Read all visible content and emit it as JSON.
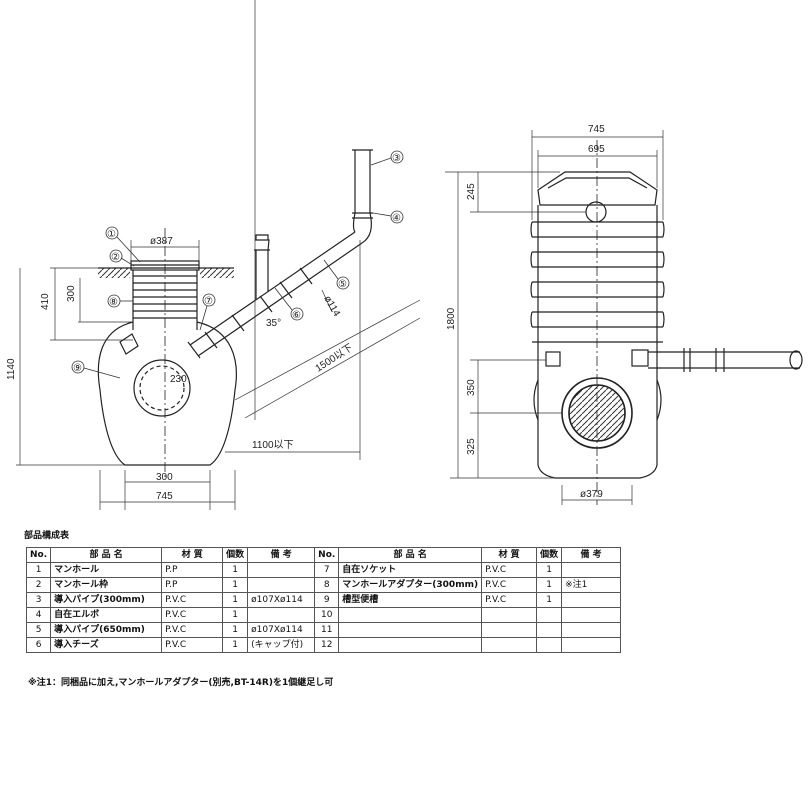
{
  "dims": {
    "d745_top": "745",
    "d695": "695",
    "d245": "245",
    "d1800": "1800",
    "d350": "350",
    "d325": "325",
    "d379": "ø379",
    "d387": "ø387",
    "d410": "410",
    "d300_side": "300",
    "d1140": "1140",
    "d230": "230",
    "d300_bottom": "300",
    "d745_bottom": "745",
    "d114": "ø114",
    "d35": "35°",
    "d1500": "1500以下",
    "d1100": "1100以下"
  },
  "callouts": [
    "①",
    "②",
    "③",
    "④",
    "⑤",
    "⑥",
    "⑦",
    "⑧",
    "⑨"
  ],
  "parts_table": {
    "title": "部品構成表",
    "headers": [
      "No.",
      "部 品 名",
      "材 質",
      "個数",
      "備 考",
      "No.",
      "部 品 名",
      "材 質",
      "個数",
      "備 考"
    ],
    "rows": [
      [
        "1",
        "マンホール",
        "P.P",
        "1",
        "",
        "7",
        "自在ソケット",
        "P.V.C",
        "1",
        ""
      ],
      [
        "2",
        "マンホール枠",
        "P.P",
        "1",
        "",
        "8",
        "マンホールアダプター(300mm)",
        "P.V.C",
        "1",
        "※注1"
      ],
      [
        "3",
        "導入パイプ(300mm)",
        "P.V.C",
        "1",
        "ø107Xø114",
        "9",
        "槽型便槽",
        "P.V.C",
        "1",
        ""
      ],
      [
        "4",
        "自在エルボ",
        "P.V.C",
        "1",
        "",
        "10",
        "",
        "",
        "",
        ""
      ],
      [
        "5",
        "導入パイプ(650mm)",
        "P.V.C",
        "1",
        "ø107Xø114",
        "11",
        "",
        "",
        "",
        ""
      ],
      [
        "6",
        "導入チーズ",
        "P.V.C",
        "1",
        "(キャップ付)",
        "12",
        "",
        "",
        "",
        ""
      ]
    ]
  },
  "note": "※注1：同梱品に加え,マンホールアダプター(別売,BT-14R)を1個継足し可"
}
